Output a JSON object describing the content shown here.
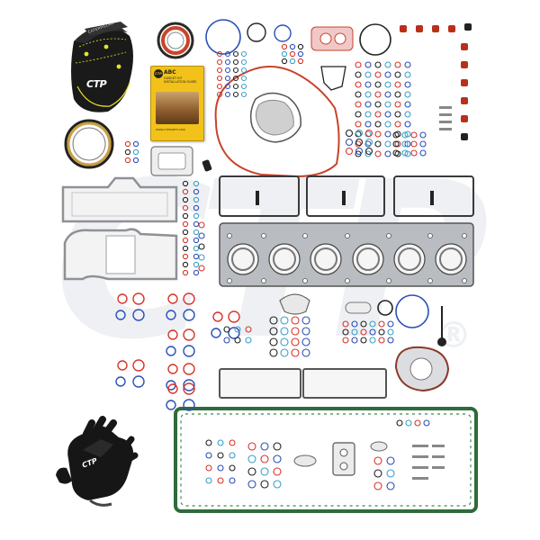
{
  "scene": {
    "description_of_content": "",
    "watermark_text": "CTP",
    "registered_mark": "®",
    "cap": {
      "logo_text": "CTP",
      "brand_strip_text": "CATERPILLAR"
    },
    "booklet": {
      "logo_text": "CTP",
      "title": "ABC",
      "subtitle": "GASKET KIT INSTALLATION GUIDE",
      "footer": "WWW.CTPPARTS.COM"
    },
    "gloves": {
      "logo_text": "CTP"
    },
    "colors": {
      "background": "#ffffff",
      "gasket_gray": "#b9bcc0",
      "gasket_red": "#c8442a",
      "oring_red": "#d8342a",
      "oring_blue": "#2a4fb8",
      "oring_black": "#222222",
      "oring_teal": "#3aa0c8",
      "green_pan": "#2e6b3a",
      "cap_black": "#1a1a1a",
      "cap_stitch": "#e9e22a",
      "booklet_yellow": "#f2c21a"
    },
    "icons": [
      "baseball-cap-icon",
      "instruction-booklet-icon",
      "work-gloves-icon",
      "head-gasket-icon",
      "oil-pan-gasket-icon",
      "o-ring-icon",
      "bolt-icon"
    ]
  }
}
